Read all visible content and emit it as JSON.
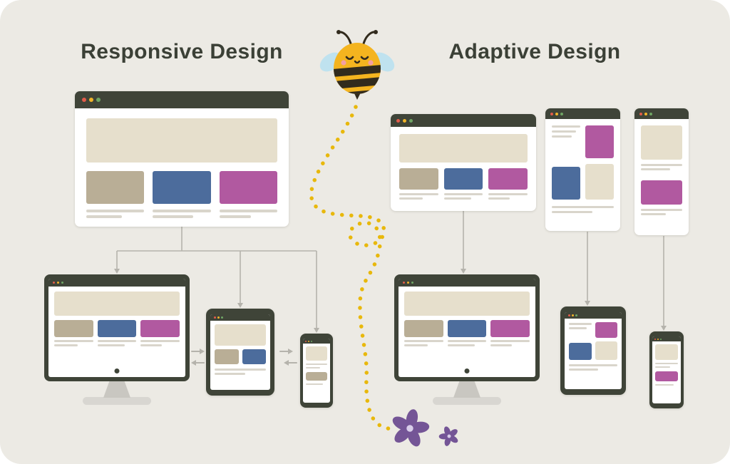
{
  "titles": {
    "left": "Responsive Design",
    "right": "Adaptive Design"
  },
  "colors": {
    "panel": "#ECEAE4",
    "text": "#3B4036",
    "chrome": "#3F4438",
    "beige": "#E6DFCC",
    "tan": "#B9AE96",
    "blue": "#4C6C9C",
    "purple": "#B159A0",
    "line_gray": "#D9D5CB",
    "connector": "#B5B3AC",
    "dot_red": "#E25C4B",
    "dot_yellow": "#F0B429",
    "dot_green": "#6FA564",
    "bee_yellow": "#F4B41F",
    "bee_stripe": "#322B1D",
    "wing": "#BFE2EF",
    "blush": "#F49FA3",
    "trail": "#E8B80C",
    "flower": "#745596",
    "flower_center": "#D9CEEA",
    "stand": "#C9C7C1",
    "base": "#D8D6D1"
  },
  "icons": {
    "bee": "bee-mascot-icon",
    "flowers": "flower-icon",
    "trail": "dotted-flight-trail",
    "traffic_lights": "window-traffic-lights",
    "resize_arrows": "horizontal-resize-arrows"
  }
}
